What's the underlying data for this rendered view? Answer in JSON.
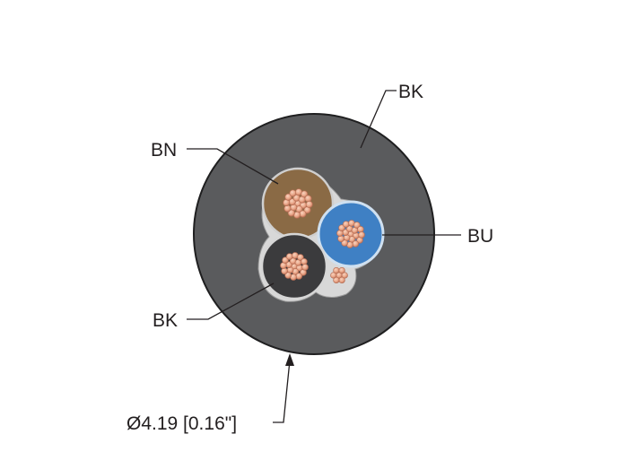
{
  "labels": {
    "jacket": "BK",
    "core_brown": "BN",
    "core_blue": "BU",
    "core_black": "BK",
    "diameter": "Ø4.19 [0.16\"]"
  },
  "colors": {
    "jacket": "#5a5b5d",
    "jacket_edge": "#1f1f20",
    "core_brown": "#8a6a45",
    "core_blue": "#3f80c4",
    "core_black": "#3b3b3d",
    "copper": "#e7a888",
    "copper_edge": "#b46d54",
    "filler": "#d9d9d9",
    "ink": "#231f20"
  }
}
